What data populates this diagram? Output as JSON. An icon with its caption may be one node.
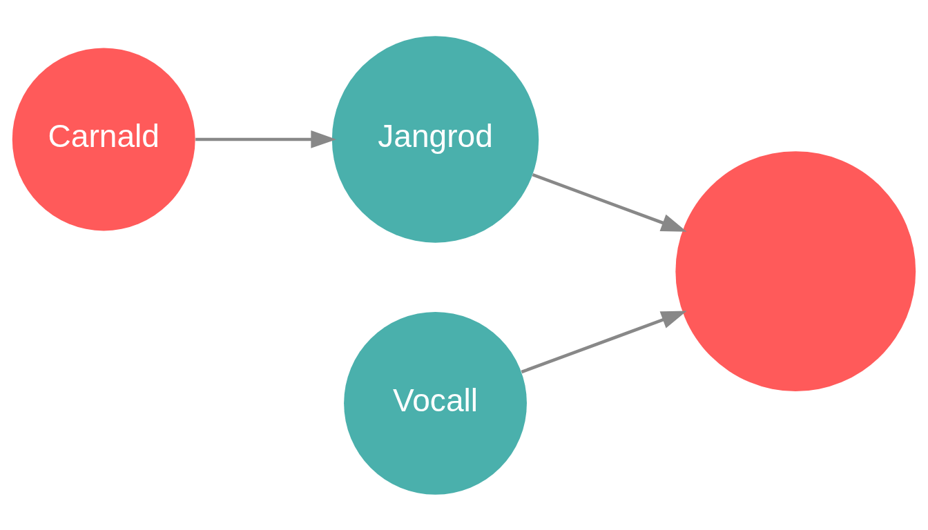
{
  "diagram": {
    "nodes": [
      {
        "text": [
          "Carnald"
        ]
      },
      {
        "text": [
          "Jangrod"
        ]
      },
      {
        "text": [],
        "shape": "circle"
      },
      {
        "text": [
          "Vocall"
        ]
      }
    ],
    "edges": [
      {
        "from": 0,
        "to": 1,
        "arrow": "to"
      },
      {
        "from": 1,
        "to": 2,
        "arrow": "to"
      },
      {
        "from": 3,
        "to": 2,
        "arrow": "to"
      }
    ]
  }
}
